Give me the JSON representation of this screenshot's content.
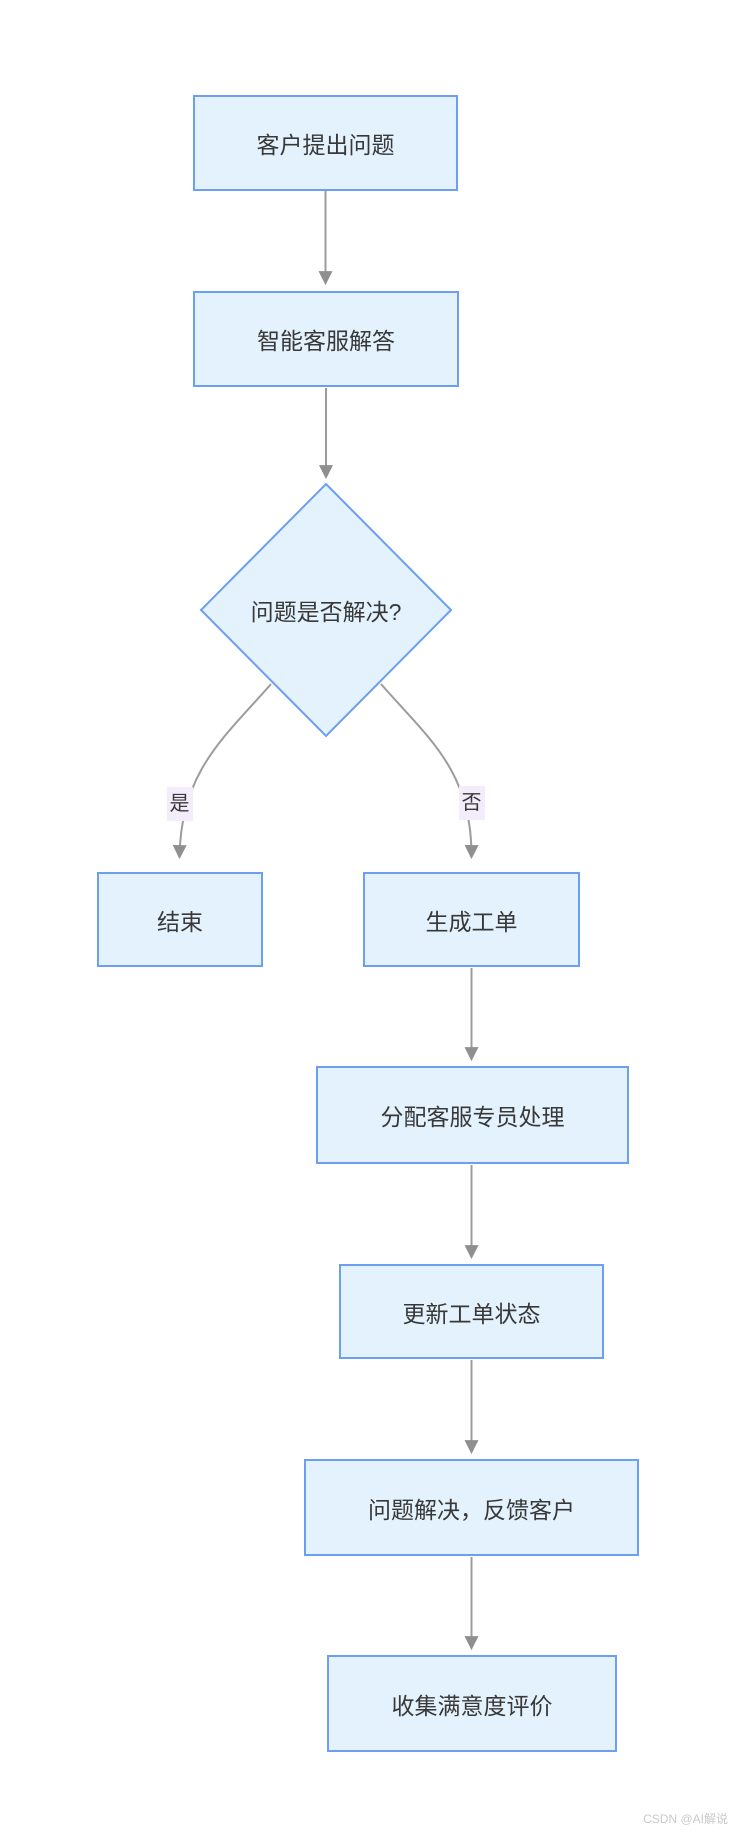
{
  "flowchart": {
    "nodes": [
      {
        "id": "customer-question",
        "label": "客户提出问题",
        "type": "process"
      },
      {
        "id": "ai-answer",
        "label": "智能客服解答",
        "type": "process"
      },
      {
        "id": "issue-resolved",
        "label": "问题是否解决?",
        "type": "decision"
      },
      {
        "id": "end",
        "label": "结束",
        "type": "process"
      },
      {
        "id": "create-ticket",
        "label": "生成工单",
        "type": "process"
      },
      {
        "id": "assign-agent",
        "label": "分配客服专员处理",
        "type": "process"
      },
      {
        "id": "update-ticket",
        "label": "更新工单状态",
        "type": "process"
      },
      {
        "id": "feedback-customer",
        "label": "问题解决，反馈客户",
        "type": "process"
      },
      {
        "id": "collect-satisfaction",
        "label": "收集满意度评价",
        "type": "process"
      }
    ],
    "edges": [
      {
        "from": "customer-question",
        "to": "ai-answer",
        "label": ""
      },
      {
        "from": "ai-answer",
        "to": "issue-resolved",
        "label": ""
      },
      {
        "from": "issue-resolved",
        "to": "end",
        "label": "是"
      },
      {
        "from": "issue-resolved",
        "to": "create-ticket",
        "label": "否"
      },
      {
        "from": "create-ticket",
        "to": "assign-agent",
        "label": ""
      },
      {
        "from": "assign-agent",
        "to": "update-ticket",
        "label": ""
      },
      {
        "from": "update-ticket",
        "to": "feedback-customer",
        "label": ""
      },
      {
        "from": "feedback-customer",
        "to": "collect-satisfaction",
        "label": ""
      }
    ],
    "colors": {
      "node_fill": "#e3f2fd",
      "node_border": "#6c9ff2",
      "edge_line": "#9c9c9c",
      "arrowhead": "#8f8f8f",
      "text": "#383838",
      "edge_label_bg": "#f2ecfb",
      "watermark_text": "#c9c9c9",
      "background": "#ffffff"
    },
    "watermark": "CSDN @AI解说"
  }
}
